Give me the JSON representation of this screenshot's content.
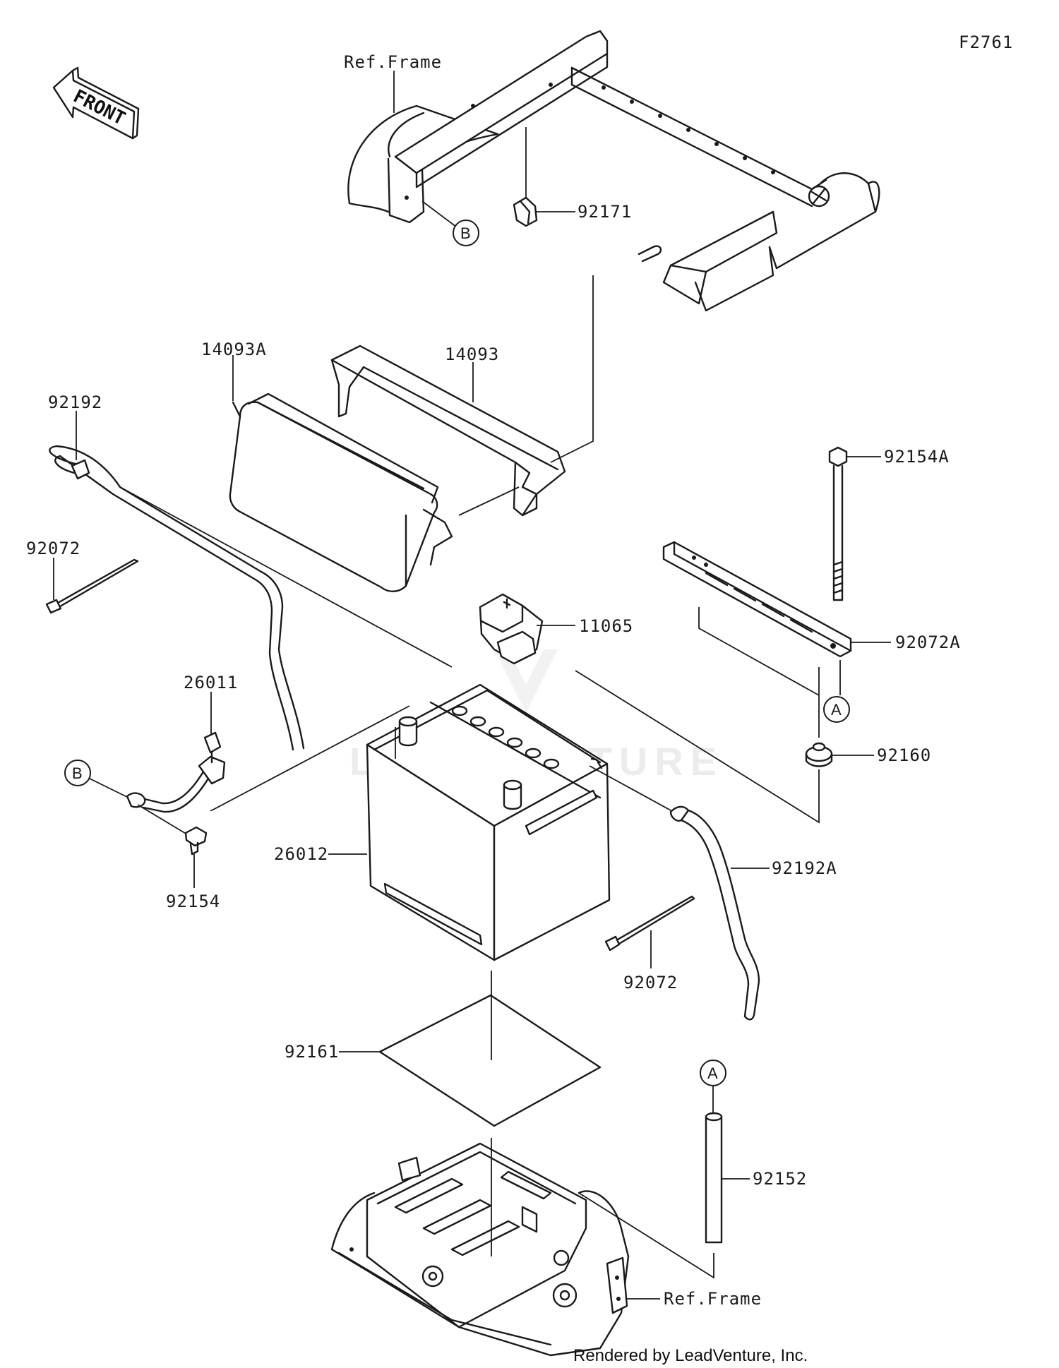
{
  "diagram_code": "F2761",
  "front_arrow": "FRONT",
  "watermark": "LEADVENTURE",
  "footer": "Rendered by LeadVenture, Inc.",
  "labels": {
    "ref_frame_top": "Ref.Frame",
    "ref_frame_bottom": "Ref.Frame",
    "p92171": "92171",
    "p14093A": "14093A",
    "p14093": "14093",
    "p92192": "92192",
    "p92072_left": "92072",
    "p11065": "11065",
    "p92154A": "92154A",
    "p92072A": "92072A",
    "p92160": "92160",
    "p26011": "26011",
    "p26012": "26012",
    "p92154": "92154",
    "p92192A": "92192A",
    "p92072_mid": "92072",
    "p92161": "92161",
    "p92152": "92152"
  },
  "callouts": {
    "b_top": "B",
    "b_left": "B",
    "a_right": "A",
    "a_bottom": "A"
  }
}
